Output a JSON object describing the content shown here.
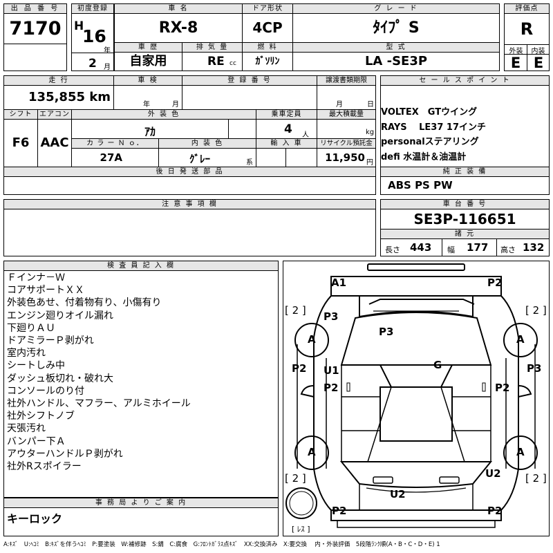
{
  "header": {
    "lot_label": "出 品 番 号",
    "lot_number": "7170",
    "first_reg_label": "初度登録",
    "era": "H",
    "year": "16",
    "year_unit": "年",
    "month": "2",
    "month_unit": "月",
    "car_name_label": "車 名",
    "car_name": "RX-8",
    "door_label": "ドア形状",
    "door": "4CP",
    "grade_label": "グ レ ー ド",
    "grade": "ﾀｲﾌﾟ S",
    "score_label": "評価点",
    "score": "R",
    "history_label": "車 歴",
    "history": "自家用",
    "displacement_label": "排 気 量",
    "displacement": "RE",
    "cc_unit": "cc",
    "fuel_label": "燃 料",
    "fuel": "ｶﾞｿﾘﾝ",
    "model_label": "型 式",
    "model": "LA -SE3P",
    "exterior_label": "外装",
    "exterior": "E",
    "interior_label": "内装",
    "interior": "E"
  },
  "info": {
    "mileage_label": "走 行",
    "mileage": "135,855 km",
    "inspection_label": "車 検",
    "inspection_year": "年",
    "inspection_month": "月",
    "reg_no_label": "登 録 番 号",
    "transfer_label": "譲渡書類期限",
    "transfer_month": "月",
    "transfer_day": "日",
    "shift_label": "シフト",
    "shift": "F6",
    "ac_label": "エアコン",
    "ac": "AAC",
    "ext_color_label": "外 装 色",
    "ext_color": "ｱｶ",
    "capacity_label": "乗車定員",
    "capacity": "4",
    "capacity_unit": "人",
    "max_load_label": "最大積載量",
    "max_load_unit": "kg",
    "color_no_label": "カ ラ ー Ｎ ｏ．",
    "color_no": "27A",
    "int_color_label": "内 装 色",
    "int_color": "ｸﾞﾚｰ",
    "int_color_suffix": "系",
    "import_label": "輸 入 車",
    "recycle_label": "リサイクル預託金",
    "recycle": "11,950",
    "recycle_unit": "円",
    "later_parts_label": "後 日 発 送 部 品",
    "notes_label": "注 意 事 項 欄"
  },
  "sales_points": {
    "label": "セ ー ル ス ポ イ ン ト",
    "items": [
      "VOLTEX　GTウイング",
      "RAYS　 LE37 17インチ",
      "personalステアリング",
      "defi 水温計＆油温計"
    ]
  },
  "equipment": {
    "label": "純 正 装 備",
    "value": "ABS PS PW"
  },
  "chassis": {
    "label": "車 台 番 号",
    "value": "SE3P-116651"
  },
  "specs": {
    "label": "諸 元",
    "length_label": "長さ",
    "length": "443",
    "width_label": "幅",
    "width": "177",
    "height_label": "高さ",
    "height": "132"
  },
  "inspector": {
    "label": "検 査 員 記 入 欄",
    "lines": [
      "Ｆインナ－Ｗ",
      "コアサポートＸＸ",
      "外装色あせ、付着物有り、小傷有り",
      "エンジン廻りオイル漏れ",
      "下廻りＡＵ",
      "ドアミラーＰ剥がれ",
      "室内汚れ",
      "シートしみ中",
      "ダッシュ板切れ・破れ大",
      "コンソールのり付",
      "社外ハンドル、マフラー、アルミホイール",
      "社外シフトノブ",
      "天張汚れ",
      "バンパー下Ａ",
      "アウターハンドルＰ剥がれ",
      "社外Rスポイラー"
    ]
  },
  "office": {
    "label": "事 務 局 よ り ご 案 内",
    "value": "キーロック"
  },
  "diagram": {
    "marks": {
      "a1": "A1",
      "p2_fr": "P2",
      "p3_l": "P3",
      "p3_c": "P3",
      "g": "G",
      "p2_l": "P2",
      "u1": "U1",
      "p2_ld": "P2",
      "p2_rd": "P2",
      "p3_r": "P3",
      "u2_r": "U2",
      "u2_b": "U2",
      "p2_bl": "P2",
      "p2_br": "P2"
    },
    "tire_a": "A",
    "bracket_2": "[ 2 ]",
    "spare": "[ ﾚｽ ]"
  },
  "legend": "A:ｷｽﾞ　U:ﾍｺﾐ　B:ｷｽﾞを伴うﾍｺﾐ　P:要塗装　W:補修跡　S:錆　C:腐食　G:ﾌﾛﾝﾄｶﾞﾗｽ点ｷｽﾞ　XX:交換済み　X:要交換　 内・外装評価　5段階ﾗﾝｸ順(A・B・C・D・E) 1"
}
